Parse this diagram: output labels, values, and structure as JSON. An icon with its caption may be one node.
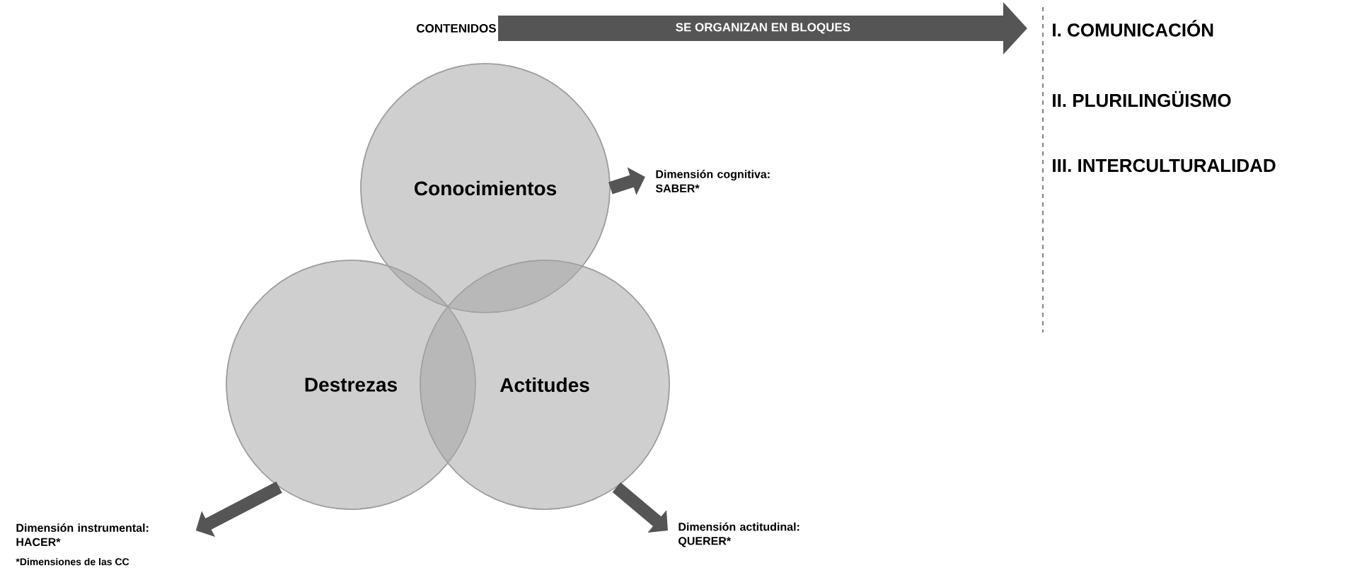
{
  "diagram": {
    "nodes": [
      {
        "text": [
          "CONTENIDOS"
        ]
      },
      {
        "text": [
          "I. COMUNICACIÓN"
        ]
      },
      {
        "text": [
          "II. PLURILINGÜISMO"
        ]
      },
      {
        "text": [
          "III. INTERCULTURALIDAD"
        ]
      },
      {
        "text": [
          "Conocimientos"
        ]
      },
      {
        "text": [
          "Destrezas"
        ]
      },
      {
        "text": [
          "Actitudes"
        ]
      },
      {
        "text": [
          "Dimensión cognitiva: SABER*"
        ]
      },
      {
        "text": [
          "Dimensión instrumental: HACER*"
        ]
      },
      {
        "text": [
          "Dimensión actitudinal: QUERER*"
        ]
      }
    ],
    "edges": [
      {
        "from": 0,
        "to": 1,
        "arrow": "to",
        "label": "SE ORGANIZAN EN BLOQUES",
        "style": "thick"
      },
      {
        "from": 4,
        "to": 7,
        "arrow": "to"
      },
      {
        "from": 5,
        "to": 8,
        "arrow": "to"
      },
      {
        "from": 6,
        "to": 9,
        "arrow": "to"
      }
    ],
    "labels": [
      "*Dimensiones de las CC"
    ]
  }
}
